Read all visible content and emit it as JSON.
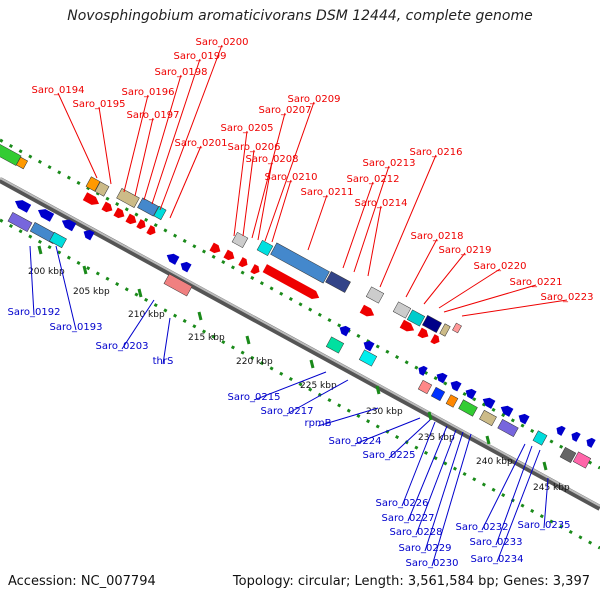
{
  "title": "Novosphingobium aromaticivorans DSM 12444, complete genome",
  "footer": {
    "accession": "Accession: NC_007794",
    "summary": "Topology: circular; Length: 3,561,584 bp; Genes: 3,397"
  },
  "colors": {
    "forward": "#ee0000",
    "reverse": "#0000cc",
    "backbone": "#777777",
    "ticks": "#1a8a1a"
  },
  "ticks": [
    "200 kbp",
    "205 kbp",
    "210 kbp",
    "215 kbp",
    "220 kbp",
    "225 kbp",
    "230 kbp",
    "235 kbp",
    "240 kbp",
    "245 kbp"
  ],
  "forward_genes": [
    "Saro_0194",
    "Saro_0195",
    "Saro_0196",
    "Saro_0197",
    "Saro_0198",
    "Saro_0199",
    "Saro_0200",
    "Saro_0201",
    "Saro_0205",
    "Saro_0206",
    "Saro_0207",
    "Saro_0208",
    "Saro_0209",
    "Saro_0210",
    "Saro_0211",
    "Saro_0212",
    "Saro_0213",
    "Saro_0214",
    "Saro_0216",
    "Saro_0218",
    "Saro_0219",
    "Saro_0220",
    "Saro_0221",
    "Saro_0223"
  ],
  "reverse_genes": [
    "Saro_0192",
    "Saro_0193",
    "Saro_0203",
    "thrS",
    "Saro_0215",
    "Saro_0217",
    "rpmB",
    "Saro_0224",
    "Saro_0225",
    "Saro_0226",
    "Saro_0227",
    "Saro_0228",
    "Saro_0229",
    "Saro_0230",
    "Saro_0232",
    "Saro_0233",
    "Saro_0234",
    "Saro_0235"
  ]
}
